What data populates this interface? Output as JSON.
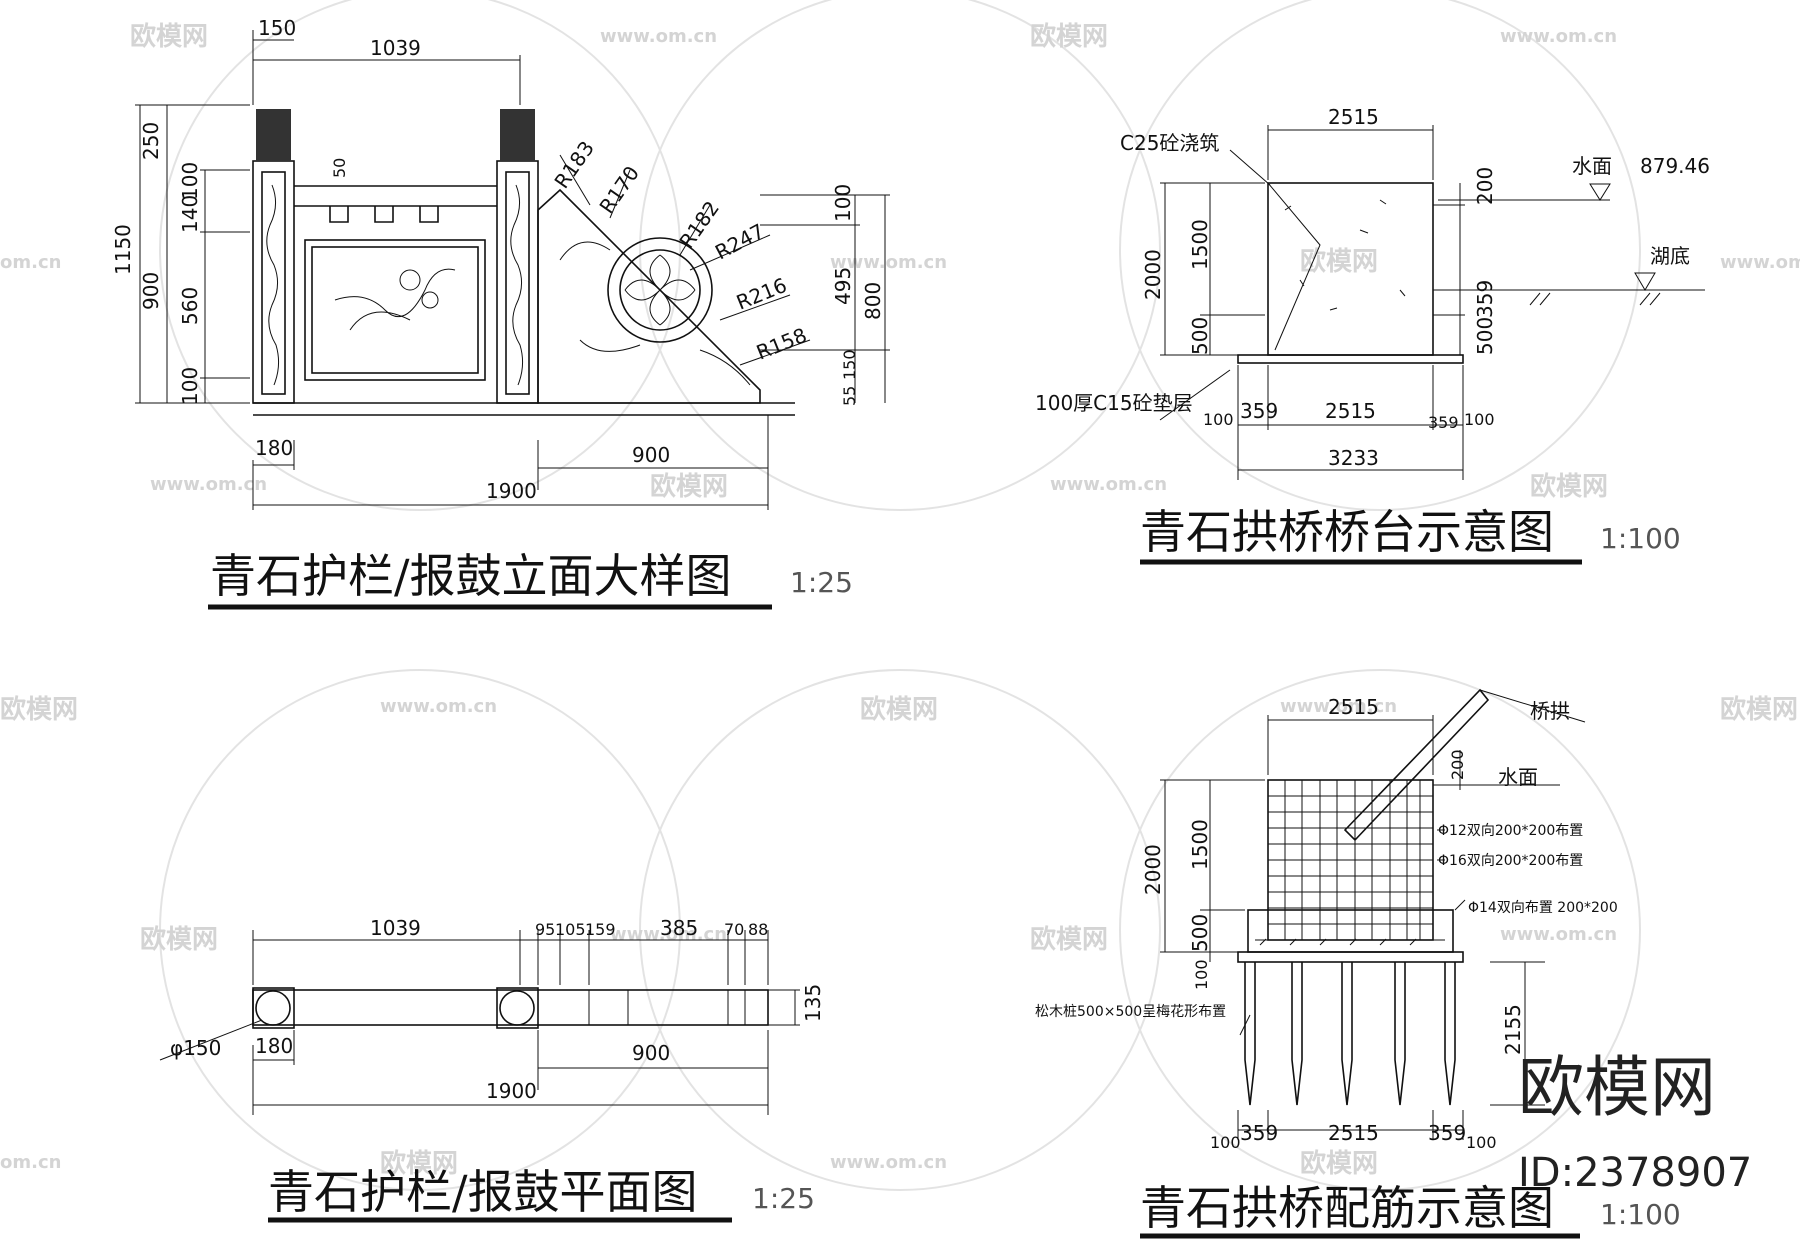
{
  "watermarks": {
    "brand": "欧模网",
    "url": "www.om.cn",
    "url_fragment": "om.cn",
    "brand_fragment": "欧模网"
  },
  "panel1": {
    "title": "青石护栏/报鼓立面大样图",
    "scale": "1:25",
    "dims": {
      "top_150": "150",
      "top_1039": "1039",
      "left_250": "250",
      "left_1150": "1150",
      "left_900": "900",
      "left_100a": "100",
      "left_140": "140",
      "left_560": "560",
      "left_100b": "100",
      "mid_50": "50",
      "r183": "R183",
      "r170": "R170",
      "r182": "R182",
      "r247": "R247",
      "r216": "R216",
      "r158": "R158",
      "right_100": "100",
      "right_495": "495",
      "right_800": "800",
      "right_55": "55",
      "right_150": "150",
      "bot_180": "180",
      "bot_900": "900",
      "bot_1900": "1900"
    }
  },
  "panel2": {
    "title": "青石拱桥桥台示意图",
    "scale": "1:100",
    "labels": {
      "concrete": "C25砼浇筑",
      "water": "水面",
      "water_level": "879.46",
      "lake_bottom": "湖底",
      "bedding": "100厚C15砼垫层"
    },
    "dims": {
      "top_2515": "2515",
      "left_2000": "2000",
      "left_1500": "1500",
      "left_500": "500",
      "right_200": "200",
      "right_500": "500",
      "right_359": "359",
      "b_100": "100",
      "b_359": "359",
      "b_2515": "2515",
      "b_359r": "359",
      "b_100r": "100",
      "b_3233": "3233"
    }
  },
  "panel3": {
    "title": "青石护栏/报鼓平面图",
    "scale": "1:25",
    "dims": {
      "top_1039": "1039",
      "top_95": "95",
      "top_105": "105",
      "top_159": "159",
      "top_385": "385",
      "top_70": "70",
      "top_88": "88",
      "dia150": "φ150",
      "d_180": "180",
      "d_900": "900",
      "d_1900": "1900",
      "right_135": "135"
    }
  },
  "panel4": {
    "title": "青石拱桥配筋示意图",
    "scale": "1:100",
    "labels": {
      "arch": "桥拱",
      "water": "水面",
      "rebar1": "Φ12双向200*200布置",
      "rebar2": "Φ16双向200*200布置",
      "rebar3": "Φ14双向布置 200*200",
      "piles": "松木桩500×500呈梅花形布置"
    },
    "dims": {
      "top_2515": "2515",
      "left_2000": "2000",
      "left_1500": "1500",
      "left_500": "500",
      "left_100": "100",
      "r_200": "200",
      "r_2155": "2155",
      "b_100": "100",
      "b_359": "359",
      "b_2515": "2515",
      "b_359r": "359",
      "b_100r": "100"
    }
  },
  "brand_stamp": {
    "name": "欧模网",
    "id": "ID:2378907"
  }
}
